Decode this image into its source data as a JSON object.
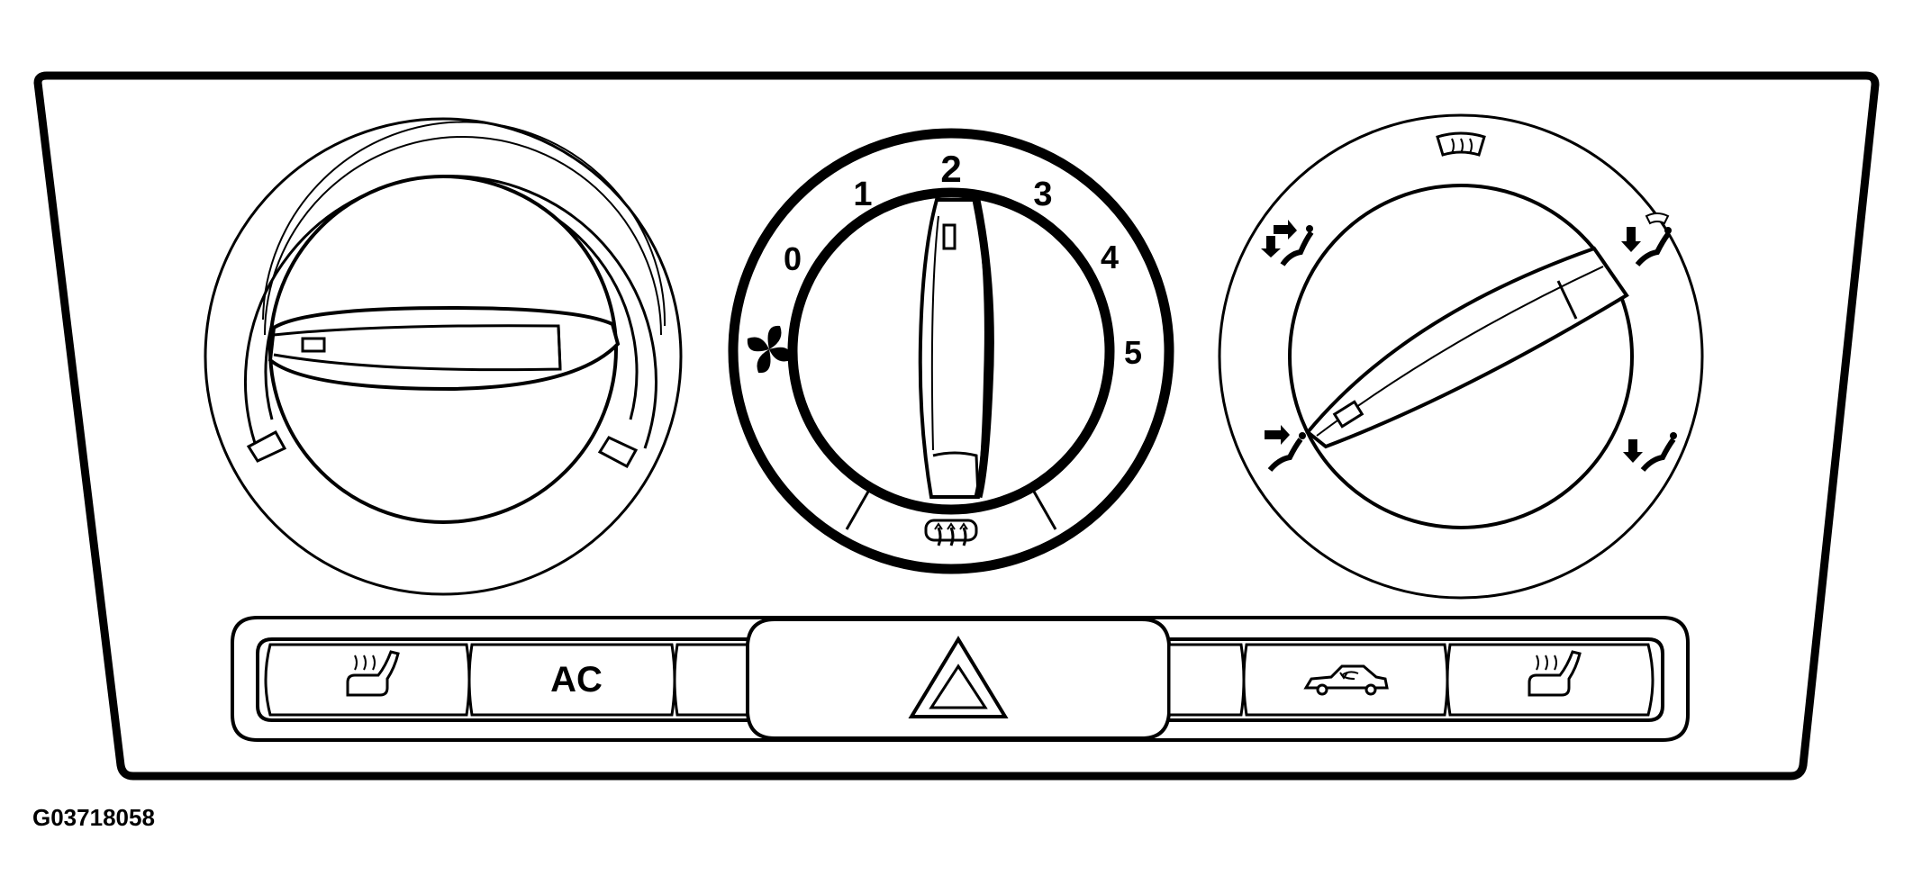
{
  "figure_id": "G03718058",
  "fan_speed_labels": [
    "0",
    "1",
    "2",
    "3",
    "4",
    "5"
  ],
  "buttons": {
    "ac_label": "AC"
  },
  "icons": {
    "fan": "fan-icon",
    "rear_defrost": "rear-defrost-icon",
    "windshield_defrost": "windshield-defrost-icon",
    "seat_heater": "seat-heater-icon",
    "recirculation": "recirculation-icon",
    "hazard": "hazard-triangle-icon"
  },
  "colors": {
    "line": "#000000",
    "background": "#ffffff"
  }
}
